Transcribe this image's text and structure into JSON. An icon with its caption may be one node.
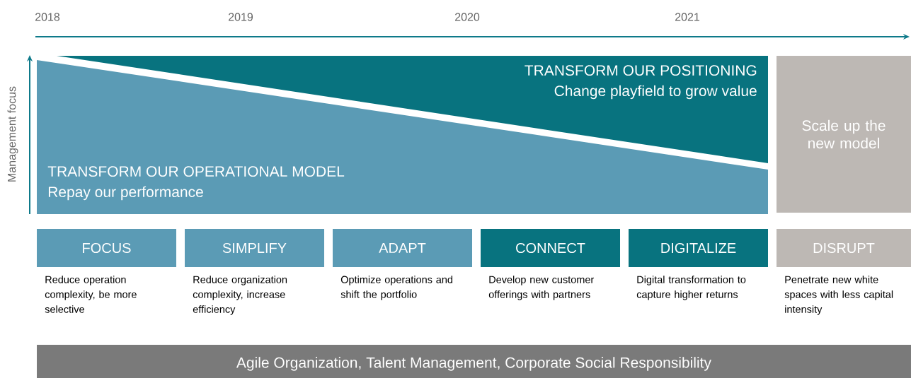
{
  "diagram": {
    "nodes": [
      {
        "text": [
          "TRANSFORM OUR POSITIONING",
          "Change playfield to grow value"
        ]
      },
      {
        "text": [
          "TRANSFORM OUR OPERATIONAL MODEL",
          "Repay our performance"
        ]
      },
      {
        "text": [
          "Scale up the new model"
        ]
      },
      {
        "text": [
          "FOCUS"
        ],
        "beside": [
          "Reduce operation complexity, be more selective"
        ]
      },
      {
        "text": [
          "SIMPLIFY"
        ],
        "beside": [
          "Reduce organization complexity, increase efficiency"
        ]
      },
      {
        "text": [
          "ADAPT"
        ],
        "beside": [
          "Optimize operations and shift the portfolio"
        ]
      },
      {
        "text": [
          "CONNECT"
        ],
        "beside": [
          "Develop new customer offerings with partners"
        ]
      },
      {
        "text": [
          "DIGITALIZE"
        ],
        "beside": [
          "Digital transformation to capture higher returns"
        ]
      },
      {
        "text": [
          "DISRUPT"
        ],
        "beside": [
          "Penetrate new white spaces with less capital intensity"
        ]
      },
      {
        "text": [
          "Agile Organization, Talent Management, Corporate Social Responsibility"
        ]
      }
    ],
    "edges": [],
    "labels": [
      "2018",
      "2019",
      "2020",
      "2021",
      "Management focus"
    ]
  }
}
